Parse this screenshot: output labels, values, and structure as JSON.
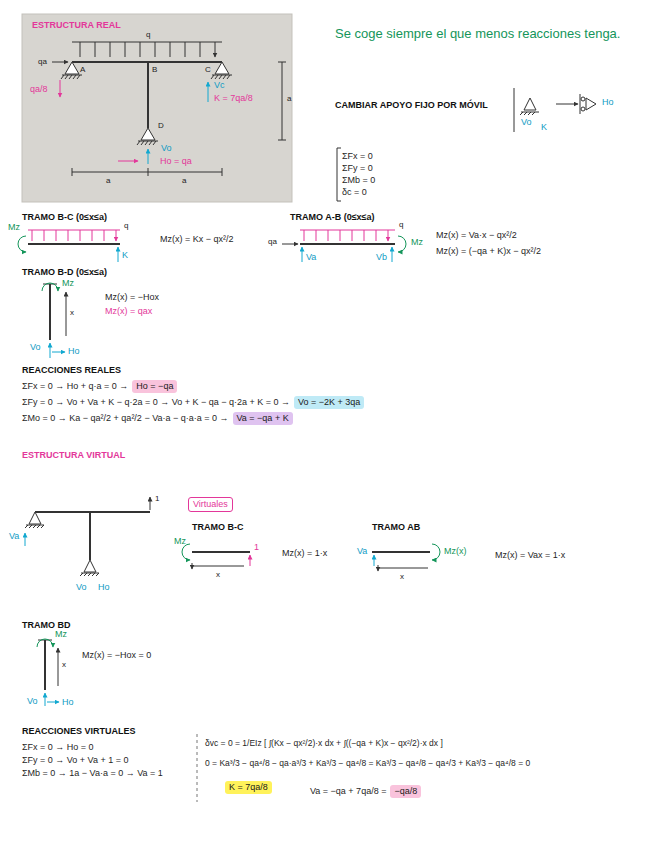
{
  "diagram": {
    "nodes": [
      {
        "text": [
          "Ho = −qa"
        ]
      },
      {
        "text": [
          "Vo = −2K + 3qa"
        ]
      },
      {
        "text": [
          "Va = −qa + K"
        ]
      },
      {
        "text": [
          "Virtuales"
        ]
      },
      {
        "text": [
          "K = 7qa/8"
        ]
      },
      {
        "text": [
          "−qa/8"
        ]
      }
    ],
    "labels": [
      "ESTRUCTURA REAL",
      "qa",
      "q",
      "A",
      "B",
      "C",
      "D",
      "a",
      "a",
      "a",
      "qa/8",
      "Vc",
      "K = 7qa/8",
      "Vo",
      "Ho = qa",
      "Se coge siempre el que menos reacciones tenga.",
      "CAMBIAR APOYO FIJO POR MÓVIL",
      "Vo",
      "K",
      "Ho",
      "ΣFx = 0",
      "ΣFy = 0",
      "ΣMb = 0",
      "δc = 0",
      "TRAMO B-C (0≤x≤a)",
      "Mz",
      "q",
      "K",
      "Mz(x) = Kx − qx²/2",
      "TRAMO A-B (0≤x≤a)",
      "qa",
      "q",
      "Va",
      "Vb",
      "Mz",
      "Mz(x) = Va·x − qx²/2",
      "Mz(x) = (−qa + K)x − qx²/2",
      "TRAMO B-D (0≤x≤a)",
      "Mz",
      "x",
      "Vo",
      "Ho",
      "Mz(x) = −Hox",
      "Mz(x) = qax",
      "REACCIONES REALES",
      "ΣFx = 0 → Ho + q·a = 0 →",
      "ΣFy = 0 → Vo + Va + K − q·2a = 0 → Vo + K − qa − q·2a + K = 0 →",
      "ΣMo = 0 → Ka − qa²/2 + qa²/2 − Va·a − q·a·a = 0 →",
      "ESTRUCTURA VIRTUAL",
      "Va",
      "1",
      "Vo",
      "Ho",
      "TRAMO B-C",
      "Mz",
      "1",
      "x",
      "Mz(x) = 1·x",
      "TRAMO AB",
      "Va",
      "Mz(x)",
      "x",
      "Mz(x) = Vax = 1·x",
      "TRAMO BD",
      "Mz",
      "x",
      "Vo",
      "Ho",
      "Mz(x) = −Hox = 0",
      "REACCIONES VIRTUALES",
      "ΣFx = 0 → Ho = 0",
      "ΣFy = 0 → Vo + Va + 1 = 0",
      "ΣMb = 0 → 1a − Va·a = 0 → Va = 1",
      "δvc = 0 = 1/EIz [ ∫(Kx − qx²/2)·x dx + ∫((−qa + K)x − qx²/2)·x dx ]",
      "0 = Ka³/3 − qa⁴/8 − qa·a³/3 + Ka³/3 − qa⁴/8 = Ka³/3 − qa⁴/8 − qa⁴/3 + Ka³/3 − qa⁴/8 = 0",
      "Va = −qa + 7qa/8 ="
    ]
  }
}
